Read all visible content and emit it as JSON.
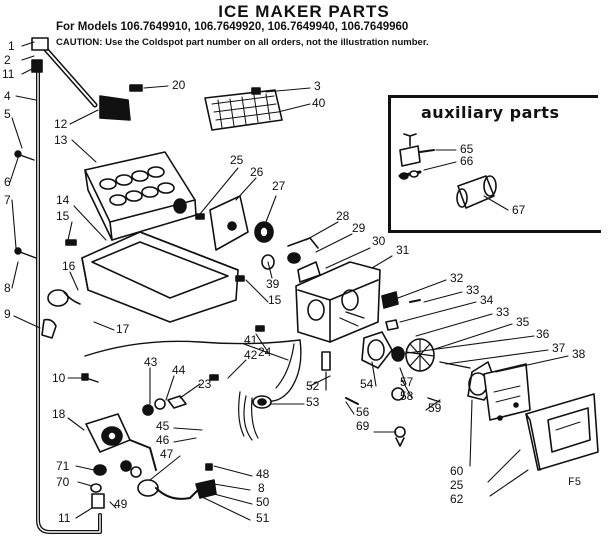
{
  "header": {
    "title": "ICE MAKER PARTS",
    "models": "For Models 106.7649910, 106.7649920, 106.7649940, 106.7649960",
    "caution": "CAUTION: Use the Coldspot part number on all orders, not the illustration number."
  },
  "auxiliary": {
    "title": "auxiliary parts"
  },
  "figure_code": "F5",
  "callouts": [
    {
      "id": "c1",
      "text": "1"
    },
    {
      "id": "c2",
      "text": "2"
    },
    {
      "id": "c11a",
      "text": "11"
    },
    {
      "id": "c4",
      "text": "4"
    },
    {
      "id": "c5",
      "text": "5"
    },
    {
      "id": "c6",
      "text": "6"
    },
    {
      "id": "c7",
      "text": "7"
    },
    {
      "id": "c8a",
      "text": "8"
    },
    {
      "id": "c9",
      "text": "9"
    },
    {
      "id": "c10",
      "text": "10"
    },
    {
      "id": "c18",
      "text": "18"
    },
    {
      "id": "c71",
      "text": "71"
    },
    {
      "id": "c70",
      "text": "70"
    },
    {
      "id": "c11b",
      "text": "11"
    },
    {
      "id": "c49",
      "text": "49"
    },
    {
      "id": "c20",
      "text": "20"
    },
    {
      "id": "c3",
      "text": "3"
    },
    {
      "id": "c40",
      "text": "40"
    },
    {
      "id": "c12",
      "text": "12"
    },
    {
      "id": "c13",
      "text": "13"
    },
    {
      "id": "c25a",
      "text": "25"
    },
    {
      "id": "c26",
      "text": "26"
    },
    {
      "id": "c27",
      "text": "27"
    },
    {
      "id": "c14",
      "text": "14"
    },
    {
      "id": "c15a",
      "text": "15"
    },
    {
      "id": "c28",
      "text": "28"
    },
    {
      "id": "c29",
      "text": "29"
    },
    {
      "id": "c30",
      "text": "30"
    },
    {
      "id": "c31",
      "text": "31"
    },
    {
      "id": "c16",
      "text": "16"
    },
    {
      "id": "c39",
      "text": "39"
    },
    {
      "id": "c15b",
      "text": "15"
    },
    {
      "id": "c17",
      "text": "17"
    },
    {
      "id": "c24",
      "text": "24"
    },
    {
      "id": "c41",
      "text": "41"
    },
    {
      "id": "c42",
      "text": "42"
    },
    {
      "id": "c43",
      "text": "43"
    },
    {
      "id": "c44",
      "text": "44"
    },
    {
      "id": "c23",
      "text": "23"
    },
    {
      "id": "c45",
      "text": "45"
    },
    {
      "id": "c46",
      "text": "46"
    },
    {
      "id": "c47",
      "text": "47"
    },
    {
      "id": "c52",
      "text": "52"
    },
    {
      "id": "c53",
      "text": "53"
    },
    {
      "id": "c48",
      "text": "48"
    },
    {
      "id": "c8b",
      "text": "8"
    },
    {
      "id": "c50",
      "text": "50"
    },
    {
      "id": "c51",
      "text": "51"
    },
    {
      "id": "c32",
      "text": "32"
    },
    {
      "id": "c33a",
      "text": "33"
    },
    {
      "id": "c34",
      "text": "34"
    },
    {
      "id": "c33b",
      "text": "33"
    },
    {
      "id": "c35",
      "text": "35"
    },
    {
      "id": "c36",
      "text": "36"
    },
    {
      "id": "c37",
      "text": "37"
    },
    {
      "id": "c38",
      "text": "38"
    },
    {
      "id": "c54",
      "text": "54"
    },
    {
      "id": "c57",
      "text": "57"
    },
    {
      "id": "c58",
      "text": "58"
    },
    {
      "id": "c59",
      "text": "59"
    },
    {
      "id": "c56",
      "text": "56"
    },
    {
      "id": "c69",
      "text": "69"
    },
    {
      "id": "c60",
      "text": "60"
    },
    {
      "id": "c25b",
      "text": "25"
    },
    {
      "id": "c62",
      "text": "62"
    },
    {
      "id": "c65",
      "text": "65"
    },
    {
      "id": "c66",
      "text": "66"
    },
    {
      "id": "c67",
      "text": "67"
    }
  ]
}
